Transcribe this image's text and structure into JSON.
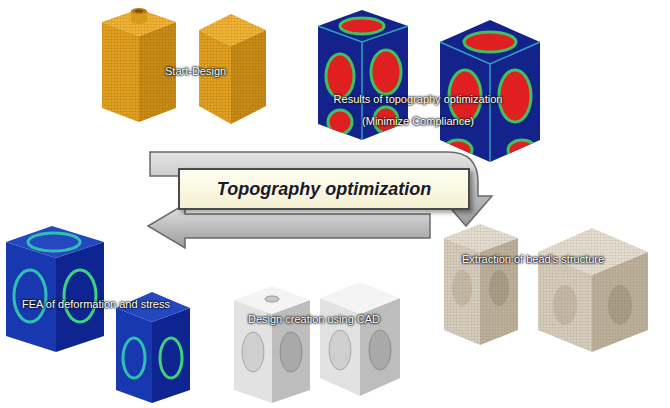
{
  "diagram": {
    "nodes": [
      {
        "text": [
          "Topography optimization"
        ]
      }
    ],
    "labels": [
      "Start-Design",
      "Results of topography optimization (Minimize Compliance)",
      "Extraction of bead's structure",
      "Design creation using CAD",
      "FEA of deformation and stress"
    ]
  }
}
